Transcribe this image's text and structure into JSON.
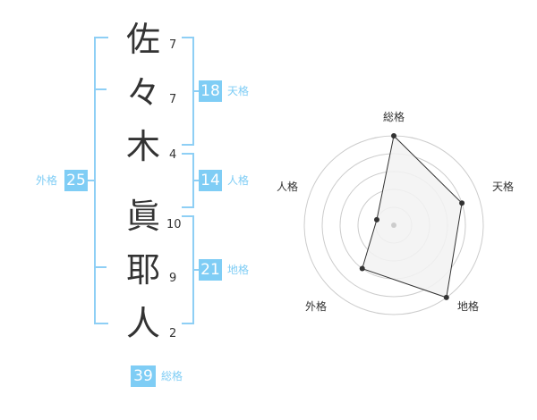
{
  "name": {
    "chars": [
      {
        "char": "佐",
        "strokes": "7"
      },
      {
        "char": "々",
        "strokes": "7"
      },
      {
        "char": "木",
        "strokes": "4"
      },
      {
        "char": "眞",
        "strokes": "10"
      },
      {
        "char": "耶",
        "strokes": "9"
      },
      {
        "char": "人",
        "strokes": "2"
      }
    ]
  },
  "fortunes": {
    "tenkaku": {
      "label": "天格",
      "value": "18"
    },
    "jinkaku": {
      "label": "人格",
      "value": "14"
    },
    "chikaku": {
      "label": "地格",
      "value": "21"
    },
    "gaikaku": {
      "label": "外格",
      "value": "25"
    },
    "soukaku": {
      "label": "総格",
      "value": "39"
    }
  },
  "radar": {
    "axes": [
      "総格",
      "天格",
      "地格",
      "外格",
      "人格"
    ],
    "values": [
      5,
      4,
      5,
      3,
      1
    ],
    "max": 5,
    "colors": {
      "fill": "#f2f2f2",
      "line": "#333333",
      "grid": "#cccccc",
      "center": "#cccccc"
    }
  },
  "colors": {
    "accent": "#7fcdf5",
    "bracket": "#8ecff5",
    "text": "#333333"
  }
}
